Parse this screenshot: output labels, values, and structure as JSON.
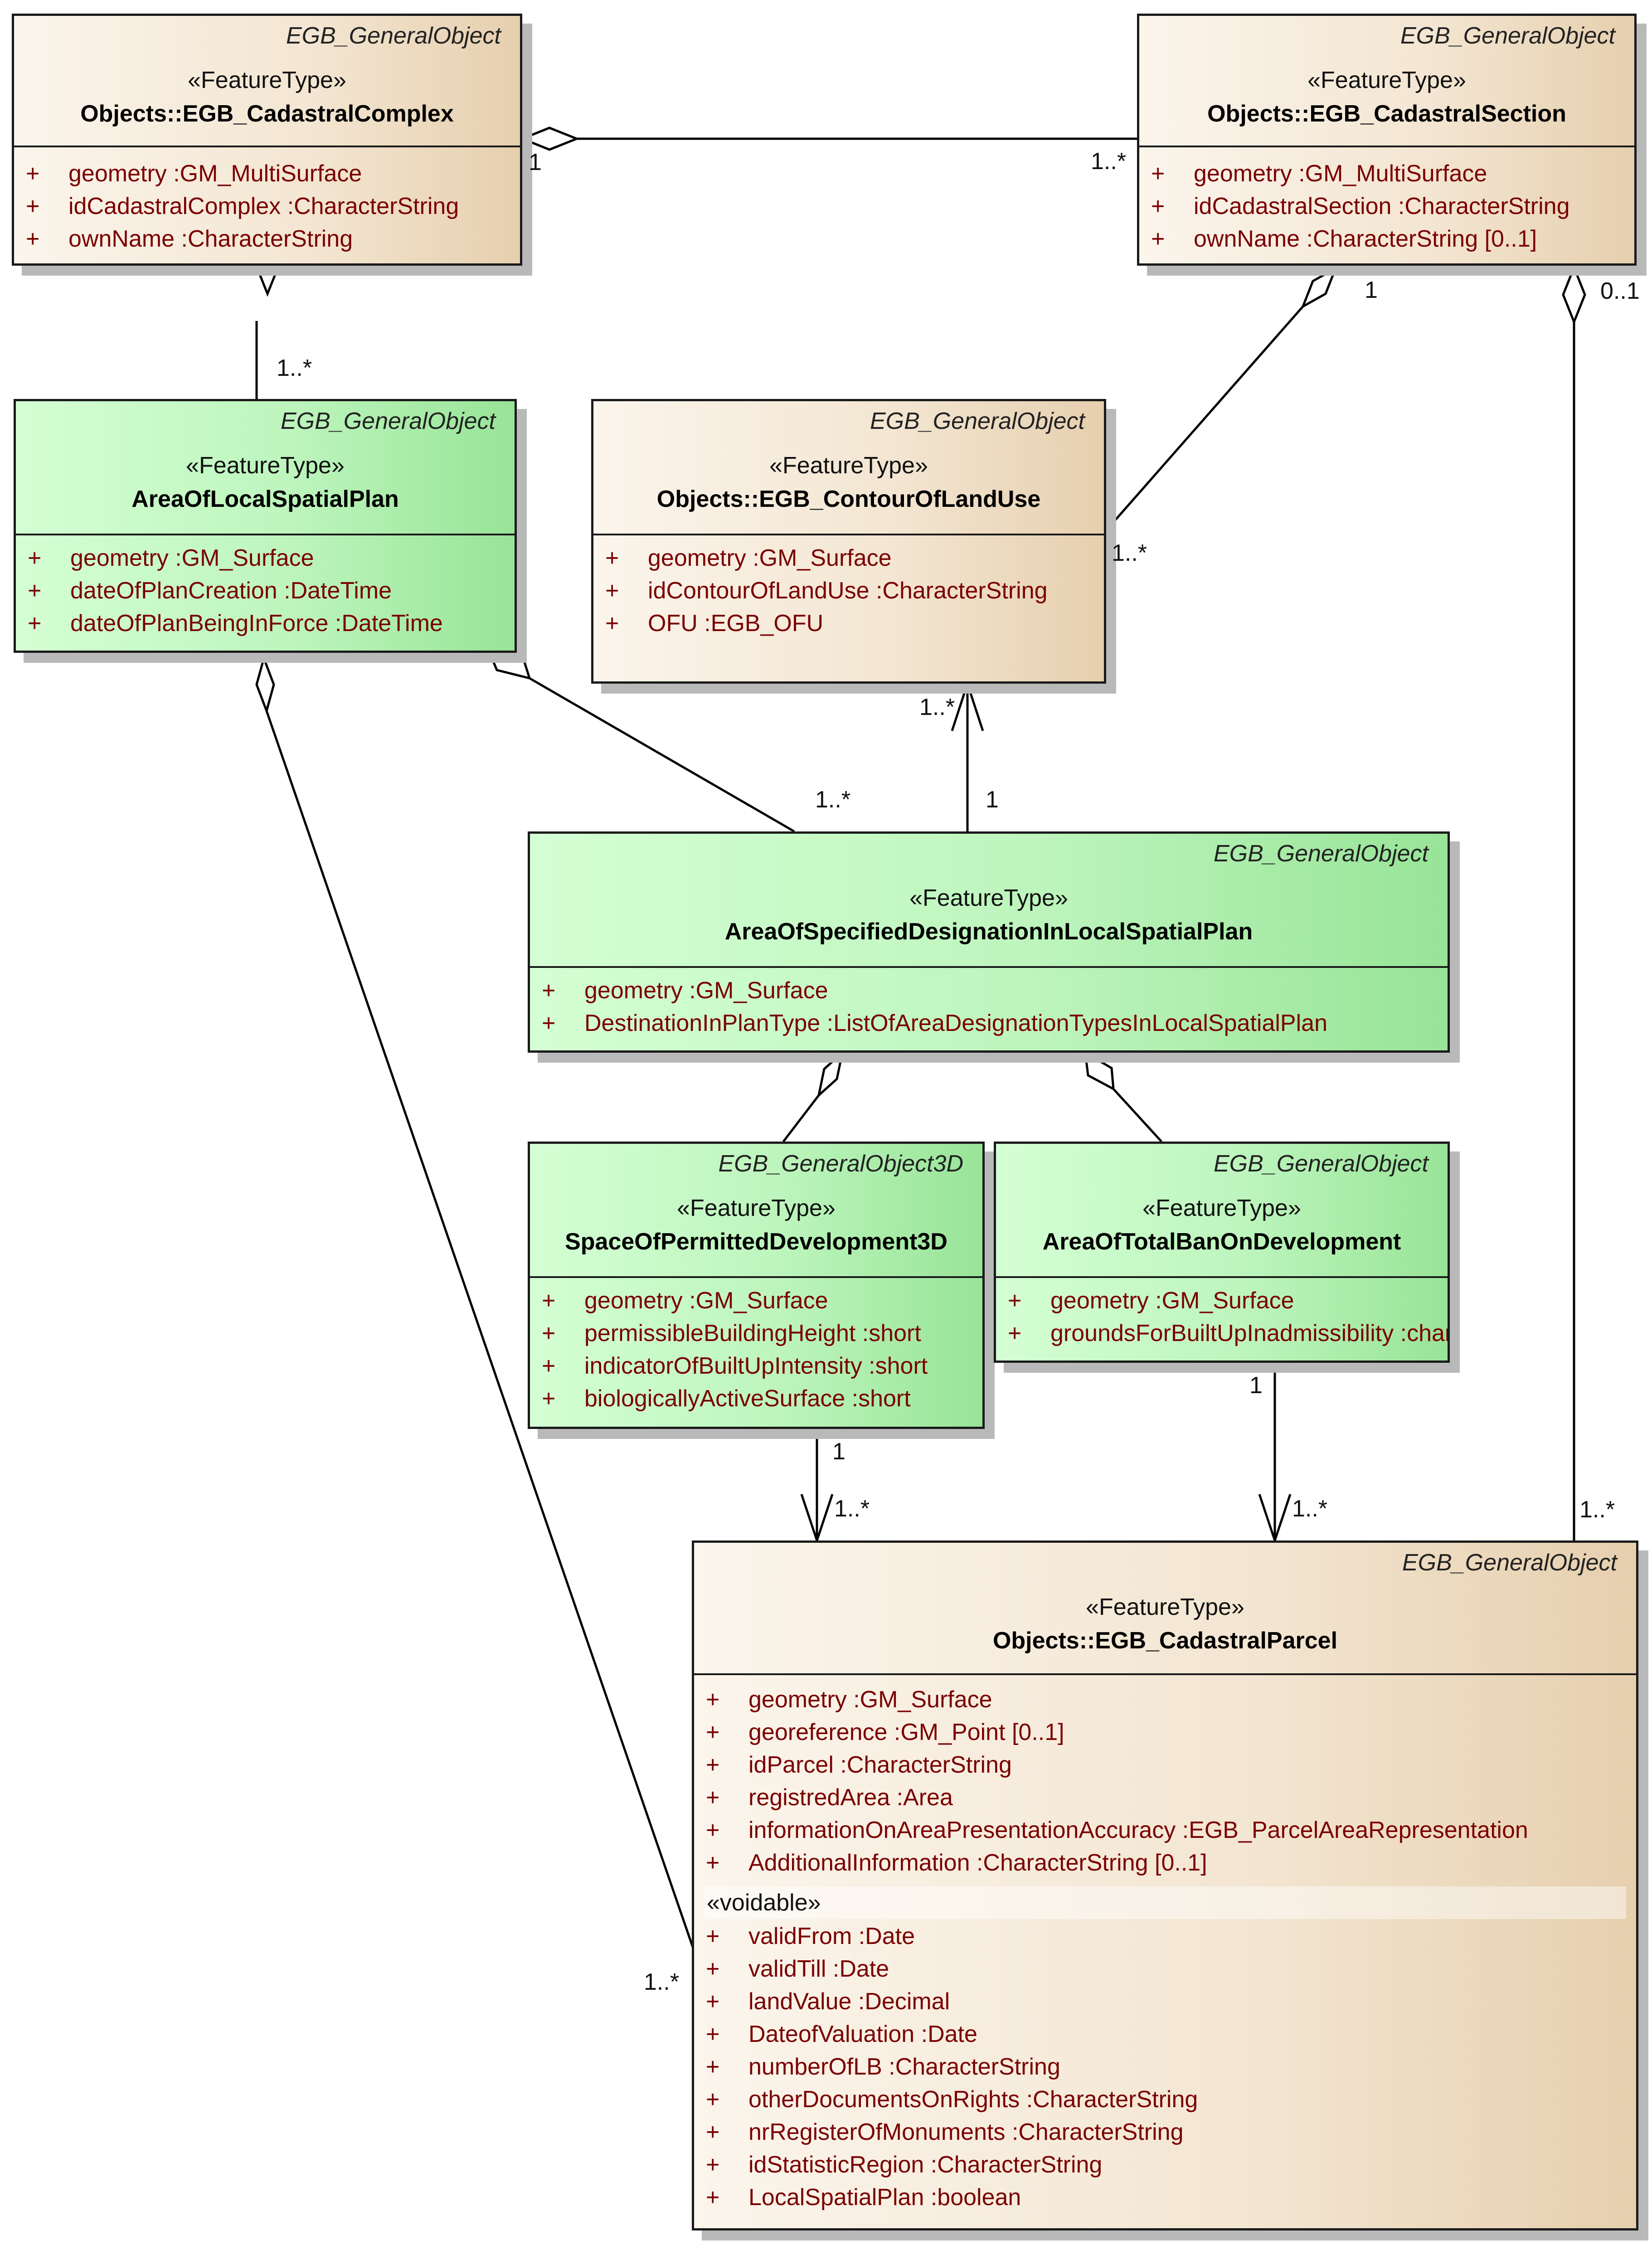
{
  "classes": {
    "cadastral_complex": {
      "parent": "EGB_GeneralObject",
      "stereotype": "«FeatureType»",
      "name": "Objects::EGB_CadastralComplex",
      "attributes": [
        {
          "vis": "+",
          "text": "geometry  :GM_MultiSurface"
        },
        {
          "vis": "+",
          "text": "idCadastralComplex  :CharacterString"
        },
        {
          "vis": "+",
          "text": "ownName  :CharacterString"
        }
      ]
    },
    "cadastral_section": {
      "parent": "EGB_GeneralObject",
      "stereotype": "«FeatureType»",
      "name": "Objects::EGB_CadastralSection",
      "attributes": [
        {
          "vis": "+",
          "text": "geometry  :GM_MultiSurface"
        },
        {
          "vis": "+",
          "text": "idCadastralSection  :CharacterString"
        },
        {
          "vis": "+",
          "text": "ownName  :CharacterString [0..1]"
        }
      ]
    },
    "area_local_plan": {
      "parent": "EGB_GeneralObject",
      "stereotype": "«FeatureType»",
      "name": "AreaOfLocalSpatialPlan",
      "attributes": [
        {
          "vis": "+",
          "text": "geometry  :GM_Surface"
        },
        {
          "vis": "+",
          "text": "dateOfPlanCreation  :DateTime"
        },
        {
          "vis": "+",
          "text": "dateOfPlanBeingInForce  :DateTime"
        }
      ]
    },
    "contour_land_use": {
      "parent": "EGB_GeneralObject",
      "stereotype": "«FeatureType»",
      "name": "Objects::EGB_ContourOfLandUse",
      "attributes": [
        {
          "vis": "+",
          "text": "geometry  :GM_Surface"
        },
        {
          "vis": "+",
          "text": "idContourOfLandUse  :CharacterString"
        },
        {
          "vis": "+",
          "text": "OFU  :EGB_OFU"
        }
      ]
    },
    "area_specified": {
      "parent": "EGB_GeneralObject",
      "stereotype": "«FeatureType»",
      "name": "AreaOfSpecifiedDesignationInLocalSpatialPlan",
      "attributes": [
        {
          "vis": "+",
          "text": "geometry  :GM_Surface"
        },
        {
          "vis": "+",
          "text": "DestinationInPlanType  :ListOfAreaDesignationTypesInLocalSpatialPlan"
        }
      ]
    },
    "space_permitted": {
      "parent": "EGB_GeneralObject3D",
      "stereotype": "«FeatureType»",
      "name": "SpaceOfPermittedDevelopment3D",
      "attributes": [
        {
          "vis": "+",
          "text": "geometry  :GM_Surface"
        },
        {
          "vis": "+",
          "text": "permissibleBuildingHeight  :short"
        },
        {
          "vis": "+",
          "text": "indicatorOfBuiltUpIntensity  :short"
        },
        {
          "vis": "+",
          "text": "biologicallyActiveSurface  :short"
        }
      ]
    },
    "area_total_ban": {
      "parent": "EGB_GeneralObject",
      "stereotype": "«FeatureType»",
      "name": "AreaOfTotalBanOnDevelopment",
      "attributes": [
        {
          "vis": "+",
          "text": "geometry  :GM_Surface"
        },
        {
          "vis": "+",
          "text": "groundsForBuiltUpInadmissibility  :char"
        }
      ]
    },
    "cadastral_parcel": {
      "parent": "EGB_GeneralObject",
      "stereotype": "«FeatureType»",
      "name": "Objects::EGB_CadastralParcel",
      "attributes": [
        {
          "vis": "+",
          "text": "geometry  :GM_Surface"
        },
        {
          "vis": "+",
          "text": "georeference  :GM_Point [0..1]"
        },
        {
          "vis": "+",
          "text": "idParcel  :CharacterString"
        },
        {
          "vis": "+",
          "text": "registredArea  :Area"
        },
        {
          "vis": "+",
          "text": "informationOnAreaPresentationAccuracy  :EGB_ParcelAreaRepresentation"
        },
        {
          "vis": "+",
          "text": "AdditionalInformation  :CharacterString [0..1]"
        }
      ],
      "voidable_label": "«voidable»",
      "voidable_attributes": [
        {
          "vis": "+",
          "text": "validFrom  :Date"
        },
        {
          "vis": "+",
          "text": "validTill  :Date"
        },
        {
          "vis": "+",
          "text": "landValue  :Decimal"
        },
        {
          "vis": "+",
          "text": "DateofValuation  :Date"
        },
        {
          "vis": "+",
          "text": "numberOfLB  :CharacterString"
        },
        {
          "vis": "+",
          "text": "otherDocumentsOnRights  :CharacterString"
        },
        {
          "vis": "+",
          "text": "nrRegisterOfMonuments  :CharacterString"
        },
        {
          "vis": "+",
          "text": "idStatisticRegion  :CharacterString"
        },
        {
          "vis": "+",
          "text": "LocalSpatialPlan  :boolean"
        }
      ]
    }
  },
  "multiplicities": {
    "complex_section_complex_end": "1",
    "complex_section_section_end": "1..*",
    "complex_localplan_plan_end": "1..*",
    "section_contour_section_end": "1",
    "section_contour_contour_end": "1..*",
    "section_parcel_section_end": "0..1",
    "section_parcel_parcel_end": "1..*",
    "localplan_specified_spec_end": "1..*",
    "contour_specified_contour_end": "1..*",
    "contour_specified_spec_end": "1",
    "space_parcel_space_end": "1",
    "space_parcel_parcel_end": "1..*",
    "ban_parcel_ban_end": "1",
    "ban_parcel_parcel_end": "1..*",
    "localplan_parcel_parcel_end": "1..*"
  }
}
